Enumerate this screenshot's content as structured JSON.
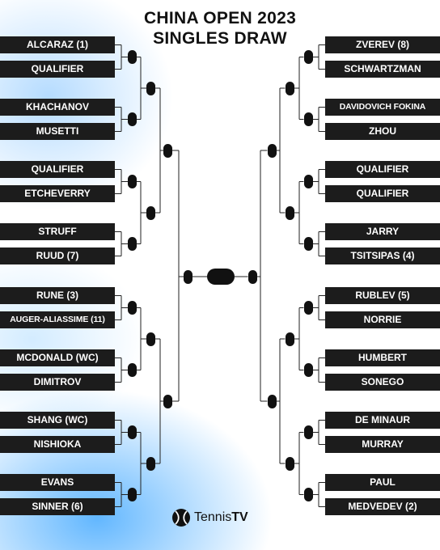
{
  "title": {
    "line1": "CHINA OPEN 2023",
    "line2": "SINGLES DRAW"
  },
  "left_draw": [
    "ALCARAZ (1)",
    "QUALIFIER",
    "KHACHANOV",
    "MUSETTI",
    "QUALIFIER",
    "ETCHEVERRY",
    "STRUFF",
    "RUUD (7)",
    "RUNE (3)",
    "AUGER-ALIASSIME (11)",
    "MCDONALD (WC)",
    "DIMITROV",
    "SHANG (WC)",
    "NISHIOKA",
    "EVANS",
    "SINNER (6)"
  ],
  "right_draw": [
    "ZVEREV (8)",
    "SCHWARTZMAN",
    "DAVIDOVICH FOKINA",
    "ZHOU",
    "QUALIFIER",
    "QUALIFIER",
    "JARRY",
    "TSITSIPAS (4)",
    "RUBLEV (5)",
    "NORRIE",
    "HUMBERT",
    "SONEGO",
    "DE MINAUR",
    "MURRAY",
    "PAUL",
    "MEDVEDEV (2)"
  ],
  "brand": {
    "name_regular": "Tennis",
    "name_bold": "TV",
    "icon": "tennis-ball-icon"
  },
  "colors": {
    "box": "#1c1c1c",
    "text": "#ffffff",
    "accent_blue": "#3aa0f0"
  }
}
